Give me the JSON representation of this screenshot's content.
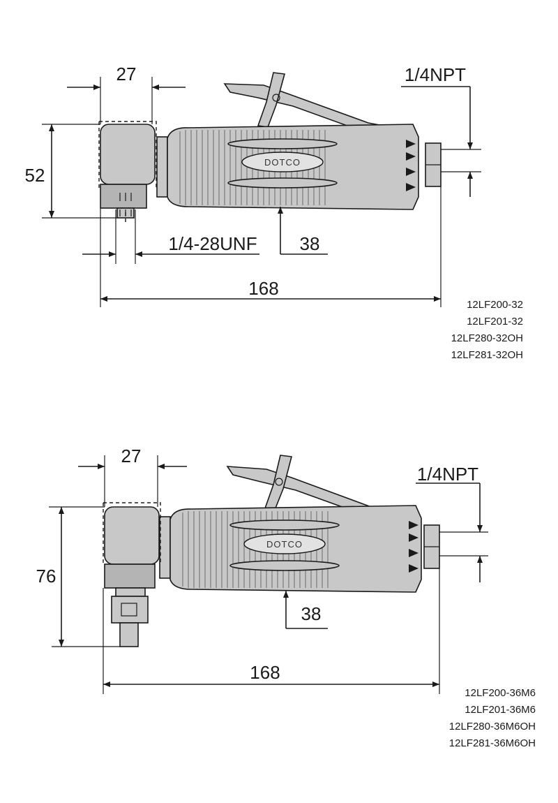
{
  "diagram_top": {
    "dim_head_width": "27",
    "dim_head_height": "52",
    "dim_collet_thread": "1/4-28UNF",
    "dim_grip": "38",
    "dim_length": "168",
    "dim_inlet": "1/4NPT",
    "brand": "DOTCO",
    "models": [
      "12LF200-32",
      "12LF201-32",
      "12LF280-32OH",
      "12LF281-32OH"
    ]
  },
  "diagram_bottom": {
    "dim_head_width": "27",
    "dim_head_height": "76",
    "dim_grip": "38",
    "dim_length": "168",
    "dim_inlet": "1/4NPT",
    "brand": "DOTCO",
    "models": [
      "12LF200-36M6",
      "12LF201-36M6",
      "12LF280-36M6OH",
      "12LF281-36M6OH"
    ]
  }
}
